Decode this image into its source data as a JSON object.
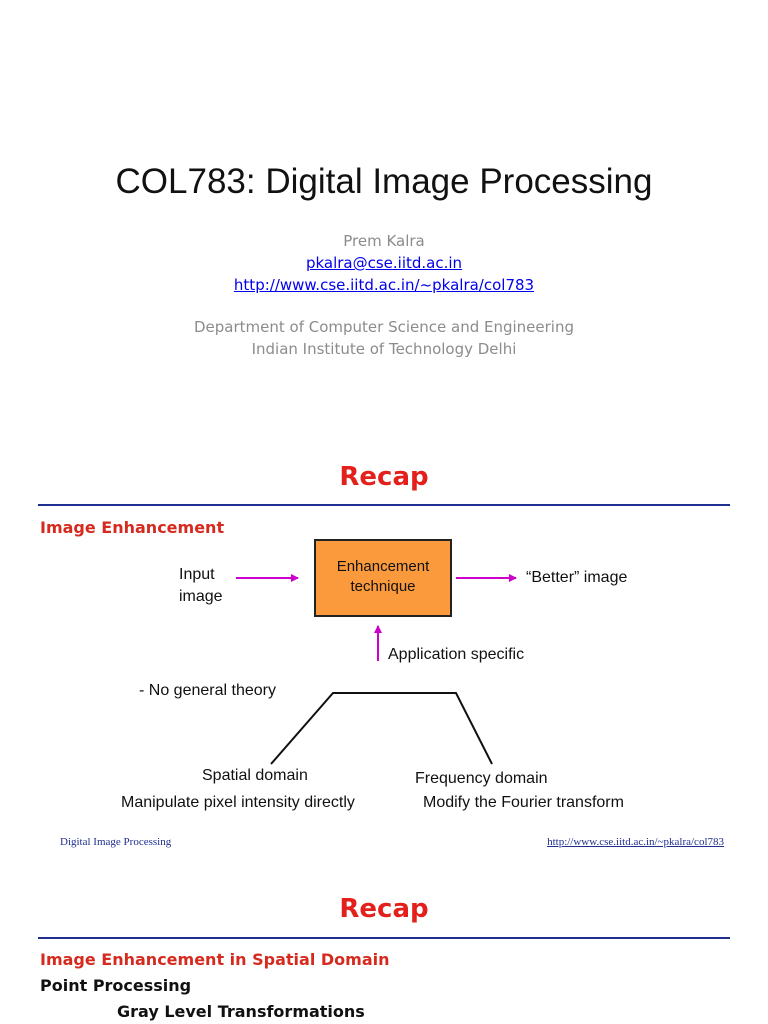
{
  "title_slide": {
    "title": "COL783: Digital Image Processing",
    "author": "Prem Kalra",
    "email": "pkalra@cse.iitd.ac.in",
    "url": "http://www.cse.iitd.ac.in/~pkalra/col783",
    "department": "Department of Computer Science and Engineering",
    "institute": "Indian Institute of Technology Delhi"
  },
  "slide2": {
    "title": "Recap",
    "heading": "Image Enhancement",
    "diagram": {
      "input_line1": "Input",
      "input_line2": "image",
      "box_line1": "Enhancement",
      "box_line2": "technique",
      "output": "“Better” image",
      "application": "Application specific",
      "no_theory": "- No general theory",
      "spatial_domain": "Spatial domain",
      "spatial_desc": "Manipulate pixel intensity directly",
      "frequency_domain": "Frequency domain",
      "frequency_desc": "Modify the Fourier transform"
    },
    "footer_left": "Digital Image Processing",
    "footer_right": "http://www.cse.iitd.ac.in/~pkalra/col783"
  },
  "slide3": {
    "title": "Recap",
    "heading": "Image Enhancement in Spatial Domain",
    "line1": "Point Processing",
    "line2": "Gray Level Transformations"
  },
  "colors": {
    "accent_red": "#e3201b",
    "rule_blue": "#1f2f8f",
    "link_blue": "#0000ee",
    "box_orange": "#fb9a3c",
    "arrow_magenta": "#cc00cc"
  }
}
